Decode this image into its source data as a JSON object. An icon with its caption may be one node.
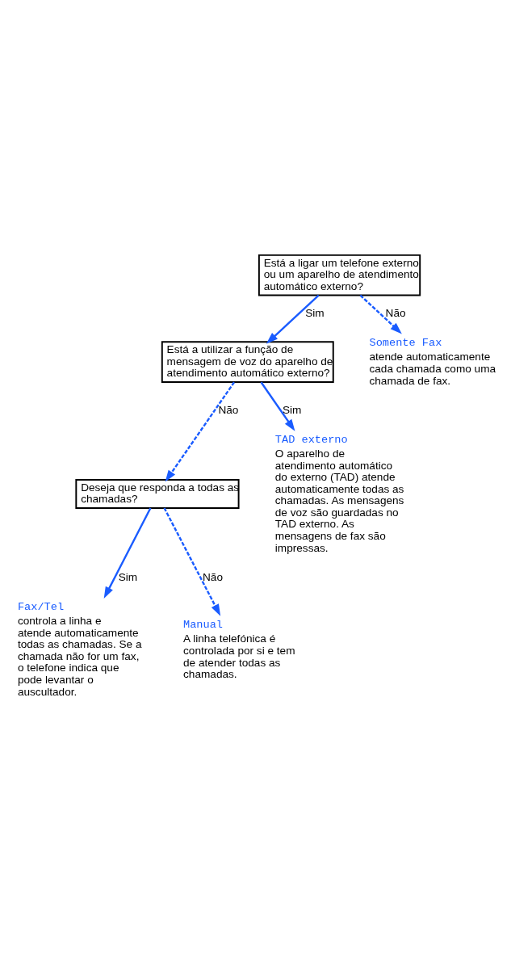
{
  "diagram": {
    "nodes": [
      {
        "text": [
          "Está a ligar um telefone externo ou um aparelho de atendimento automático externo?"
        ]
      },
      {
        "text": [
          "Está a utilizar a função de mensagem de voz do aparelho de atendimento automático externo?"
        ]
      },
      {
        "text": [
          "Deseja que responda a todas as chamadas?"
        ]
      },
      {
        "text": [
          "Somente Fax",
          "atende automaticamente cada chamada como uma chamada de fax."
        ]
      },
      {
        "text": [
          "Fax/Tel",
          "controla a linha e atende automaticamente todas as chamadas. Se a chamada não for um fax, o telefone indica que pode levantar o auscultador."
        ]
      },
      {
        "text": [
          "Manual",
          "A linha telefónica é controlada por si e tem de atender todas as chamadas."
        ]
      },
      {
        "text": [
          "TAD externo",
          "O aparelho de atendimento automático do externo (TAD) atende automaticamente todas as chamadas. As mensagens de voz são guardadas no TAD externo. As mensagens de fax são impressas."
        ]
      }
    ],
    "edges": [
      {
        "from": 0,
        "to": 1,
        "arrow": "to",
        "label": "Sim"
      },
      {
        "from": 0,
        "to": 3,
        "arrow": "to",
        "label": "Não",
        "style": "dashed"
      },
      {
        "from": 1,
        "to": 2,
        "arrow": "to",
        "label": "Não",
        "style": "dashed"
      },
      {
        "from": 2,
        "to": 4,
        "arrow": "to",
        "label": "Sim"
      },
      {
        "from": 2,
        "to": 5,
        "arrow": "to",
        "label": "Não",
        "style": "dashed"
      },
      {
        "from": 1,
        "to": 6,
        "arrow": "to",
        "label": "Sim"
      }
    ]
  }
}
